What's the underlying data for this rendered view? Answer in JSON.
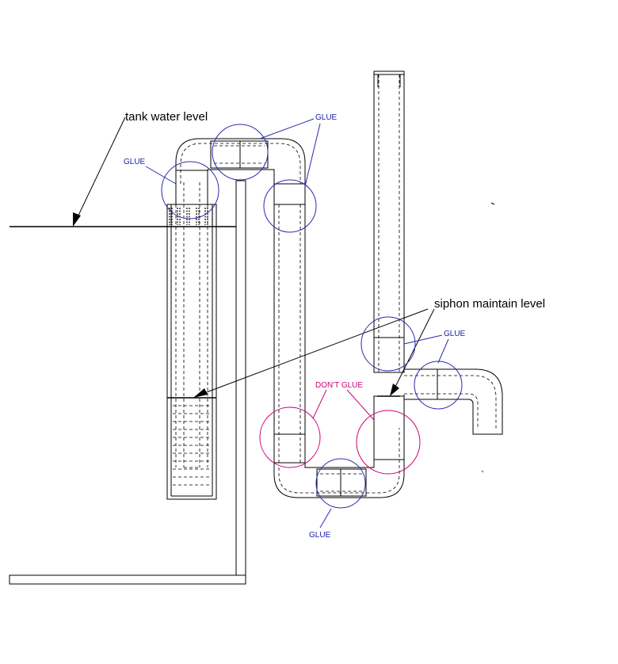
{
  "labels": {
    "tank_water_level": "tank water level",
    "siphon_maintain_level": "siphon maintain level",
    "glue_1": "GLUE",
    "glue_2": "GLUE",
    "glue_3": "GLUE",
    "glue_4": "GLUE",
    "dont_glue": "DON'T GLUE"
  },
  "colors": {
    "line": "#000000",
    "glue_circle": "#2a2ab0",
    "dont_glue_circle": "#cc0077"
  }
}
